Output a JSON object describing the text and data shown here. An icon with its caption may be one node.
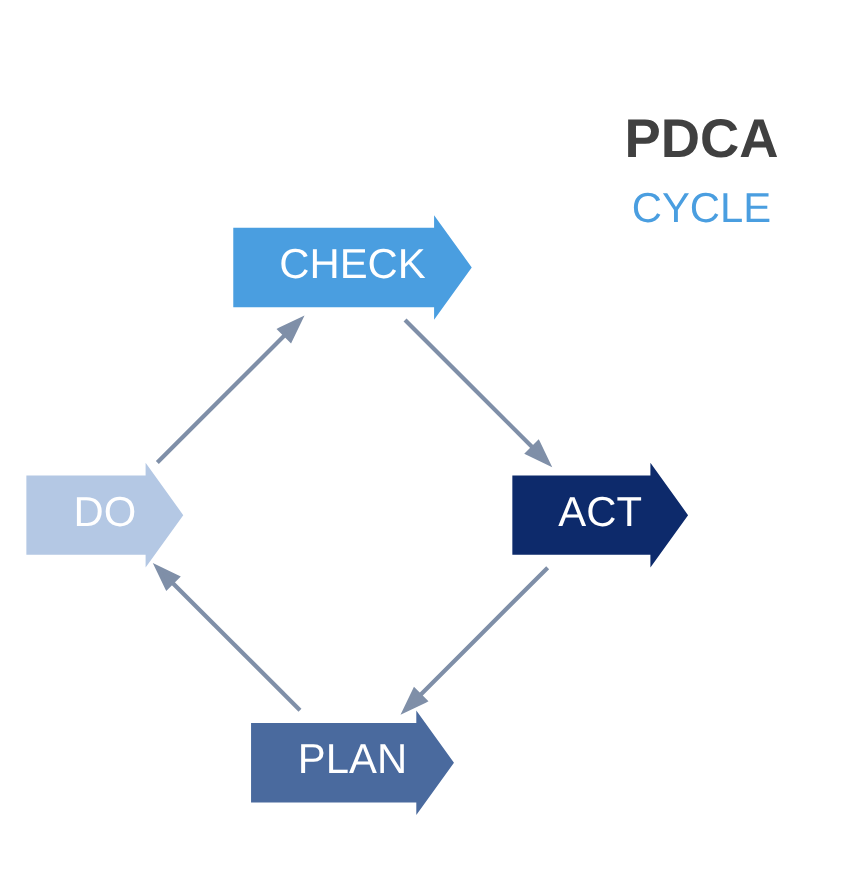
{
  "diagram": {
    "nodes": [
      {
        "text": [
          "PLAN"
        ]
      },
      {
        "text": [
          "DO"
        ]
      },
      {
        "text": [
          "CHECK"
        ]
      },
      {
        "text": [
          "ACT"
        ]
      }
    ],
    "edges": [
      {
        "from": 0,
        "to": 1,
        "arrow": "to"
      },
      {
        "from": 1,
        "to": 2,
        "arrow": "to"
      },
      {
        "from": 2,
        "to": 3,
        "arrow": "to"
      },
      {
        "from": 3,
        "to": 0,
        "arrow": "to"
      }
    ],
    "labels": [
      "PDCA",
      "CYCLE"
    ]
  }
}
